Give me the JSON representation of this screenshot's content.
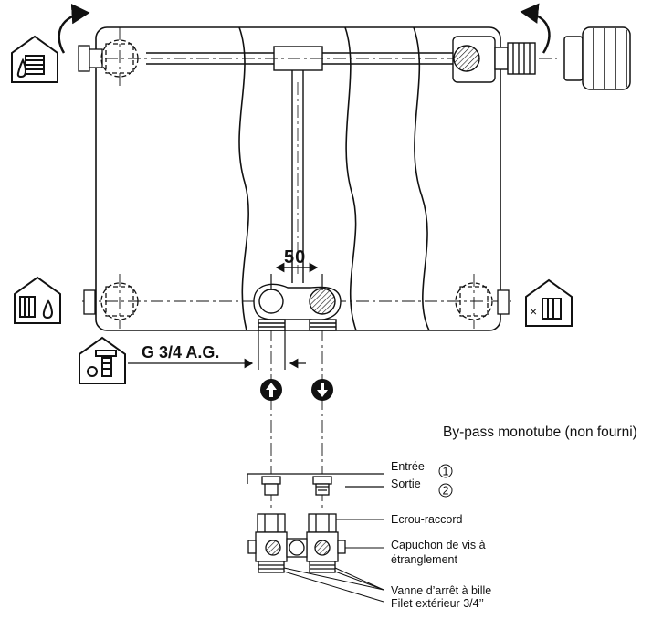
{
  "dimension": {
    "spacing": "50",
    "thread": "G 3/4 A.G."
  },
  "bypass": {
    "title": "By-pass monotube (non fourni)",
    "inlet": "Entrée",
    "inlet_no": "1",
    "outlet": "Sortie",
    "outlet_no": "2",
    "nut": "Ecrou-raccord",
    "cap_line1": "Capuchon de vis à",
    "cap_line2": "étranglement",
    "valve": "Vanne d’arrêt à bille",
    "thread": "Filet extérieur 3/4’’"
  },
  "icons": [
    "fill-icon",
    "bleed-valve-icon",
    "wall-mount-icon",
    "plug-icon",
    "wrench-bolt-icon",
    "thermostat-head"
  ],
  "colors": {
    "stroke": "#111111",
    "background": "#ffffff"
  }
}
